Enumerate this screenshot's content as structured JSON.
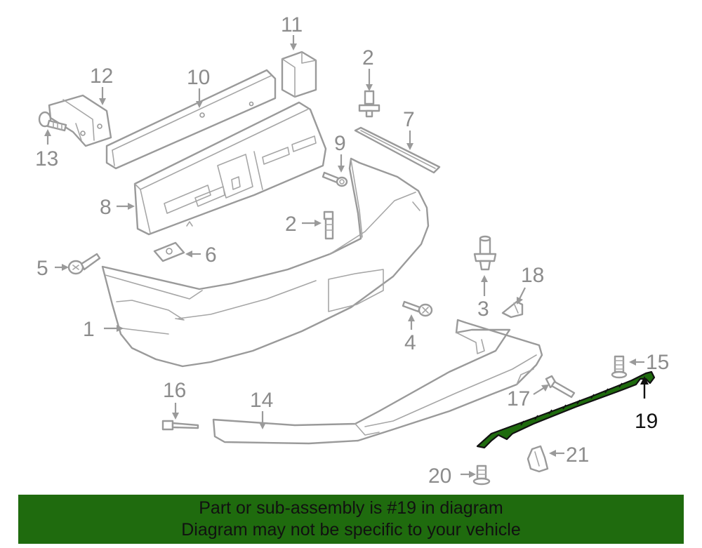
{
  "diagram": {
    "callouts": {
      "c1": "1",
      "c2a": "2",
      "c2b": "2",
      "c3": "3",
      "c4": "4",
      "c5": "5",
      "c6": "6",
      "c7": "7",
      "c8": "8",
      "c9": "9",
      "c10": "10",
      "c11": "11",
      "c12": "12",
      "c13": "13",
      "c14": "14",
      "c15": "15",
      "c16": "16",
      "c17": "17",
      "c18": "18",
      "c19": "19",
      "c20": "20",
      "c21": "21"
    },
    "highlighted_part": "19",
    "colors": {
      "highlight": "#1f6b0e",
      "parts": "#9a9a9a",
      "banner": "#1f6b0e"
    }
  },
  "banner": {
    "line1": "Part or sub-assembly is #19 in diagram",
    "line2": "Diagram may not be specific to your vehicle"
  }
}
